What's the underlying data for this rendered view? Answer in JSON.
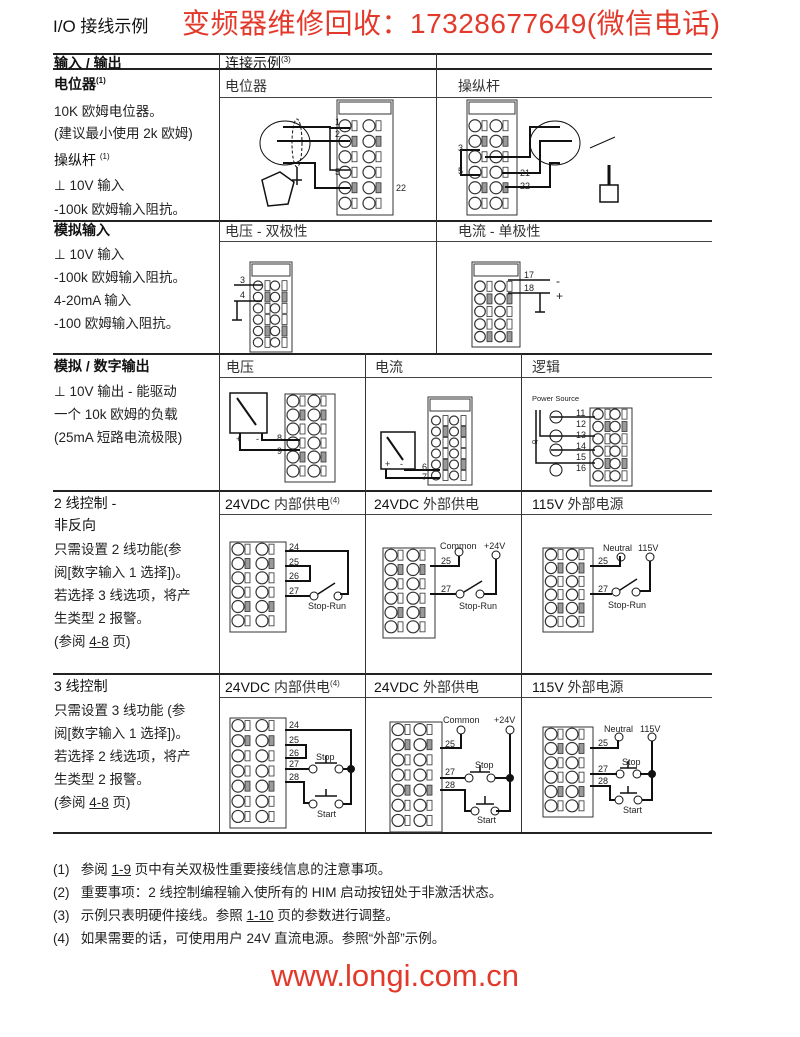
{
  "title": "I/O 接线示例",
  "promo_banner": "变频器维修回收：17328677649(微信电话)",
  "table": {
    "header": {
      "io": "输入 / 输出",
      "example": "连接示例",
      "example_note": "(3)"
    },
    "rows": [
      {
        "title": "电位器",
        "title_note": "(1)",
        "lines": [
          "10K 欧姆电位器。",
          "(建议最小使用 2k 欧姆)"
        ],
        "title2": "操纵杆",
        "title2_note": "(1)",
        "lines2": [
          "⊥ 10V 输入",
          "-100k 欧姆输入阻抗。"
        ],
        "columns": [
          "电位器",
          "操纵杆"
        ],
        "terminals": {
          "pot": [
            "1",
            "2",
            "5",
            "22"
          ],
          "joy": [
            "3",
            "5",
            "21",
            "22"
          ]
        }
      },
      {
        "title": "模拟输入",
        "lines": [
          "⊥ 10V 输入",
          "-100k 欧姆输入阻抗。",
          "4-20mA 输入",
          "-100 欧姆输入阻抗。"
        ],
        "columns": [
          "电压 - 双极性",
          "电流 - 单极性"
        ],
        "terminals": {
          "voltage": [
            "3",
            "4"
          ],
          "current": [
            "17",
            "18",
            "-",
            "+"
          ]
        }
      },
      {
        "title": "模拟 / 数字输出",
        "lines": [
          "⊥ 10V 输出 - 能驱动",
          "一个 10k 欧姆的负载",
          "(25mA 短路电流极限)"
        ],
        "columns": [
          "电压",
          "电流",
          "逻辑"
        ],
        "terminals": {
          "voltage": [
            "8",
            "9",
            "+",
            "-"
          ],
          "current": [
            "6",
            "7",
            "+",
            "-"
          ],
          "logic": [
            "11",
            "12",
            "13",
            "14",
            "15",
            "16"
          ]
        },
        "power_source": "Power Source",
        "or_label": "or"
      },
      {
        "title": "2 线控制 -",
        "title_line2": "非反向",
        "lines": [
          "只需设置 2 线功能(参",
          "阅[数字输入 1 选择])。",
          "若选择 3 线选项，将产",
          "生类型 2 报警。"
        ],
        "ref_prefix": "(参阅 ",
        "ref_page": "4-8",
        "ref_suffix": " 页)",
        "columns": [
          {
            "main": "24VDC",
            "rest": " 内部供电",
            "note": "(4)"
          },
          {
            "main": "24VDC",
            "rest": " 外部供电",
            "note": ""
          },
          {
            "main": "115V",
            "rest": " 外部电源",
            "note": ""
          }
        ],
        "internal_terminals": [
          "24",
          "25",
          "26",
          "27"
        ],
        "external_terminals": [
          "25",
          "27"
        ],
        "common": "Common",
        "plus24": "+24V",
        "neutral": "Neutral",
        "v115": "115V",
        "switch": "Stop-Run"
      },
      {
        "title": "3 线控制",
        "lines": [
          "只需设置 3 线功能 (参",
          "阅[数字输入 1 选择])。",
          "若选择 2 线选项，将产",
          "生类型 2 报警。"
        ],
        "ref_prefix": "(参阅 ",
        "ref_page": "4-8",
        "ref_suffix": " 页)",
        "columns": [
          {
            "main": "24VDC",
            "rest": " 内部供电",
            "note": "(4)"
          },
          {
            "main": "24VDC",
            "rest": " 外部供电",
            "note": ""
          },
          {
            "main": "115V",
            "rest": " 外部电源",
            "note": ""
          }
        ],
        "internal_terminals": [
          "24",
          "25",
          "26",
          "27",
          "28"
        ],
        "external_terminals": [
          "25",
          "27",
          "28"
        ],
        "common": "Common",
        "plus24": "+24V",
        "neutral": "Neutral",
        "v115": "115V",
        "stop": "Stop",
        "start": "Start"
      }
    ]
  },
  "footnotes": [
    {
      "num": "(1)",
      "pre": "参阅 ",
      "link": "1-9",
      "post": " 页中有关双极性重要接线信息的注意事项。"
    },
    {
      "num": "(2)",
      "pre": "重要事项：2 线控制编程输入使所有的 HIM 启动按钮处于非激活状态。",
      "link": "",
      "post": ""
    },
    {
      "num": "(3)",
      "pre": "示例只表明硬件接线。参照 ",
      "link": "1-10",
      "post": " 页的参数进行调整。"
    },
    {
      "num": "(4)",
      "pre": "如果需要的话，可使用用户 24V 直流电源。参照“外部”示例。",
      "link": "",
      "post": ""
    }
  ],
  "website": "www.longi.com.cn",
  "colors": {
    "watermark_red": "#e3392b",
    "rule": "#222222",
    "terminal_shade": "#9a9a9a"
  }
}
